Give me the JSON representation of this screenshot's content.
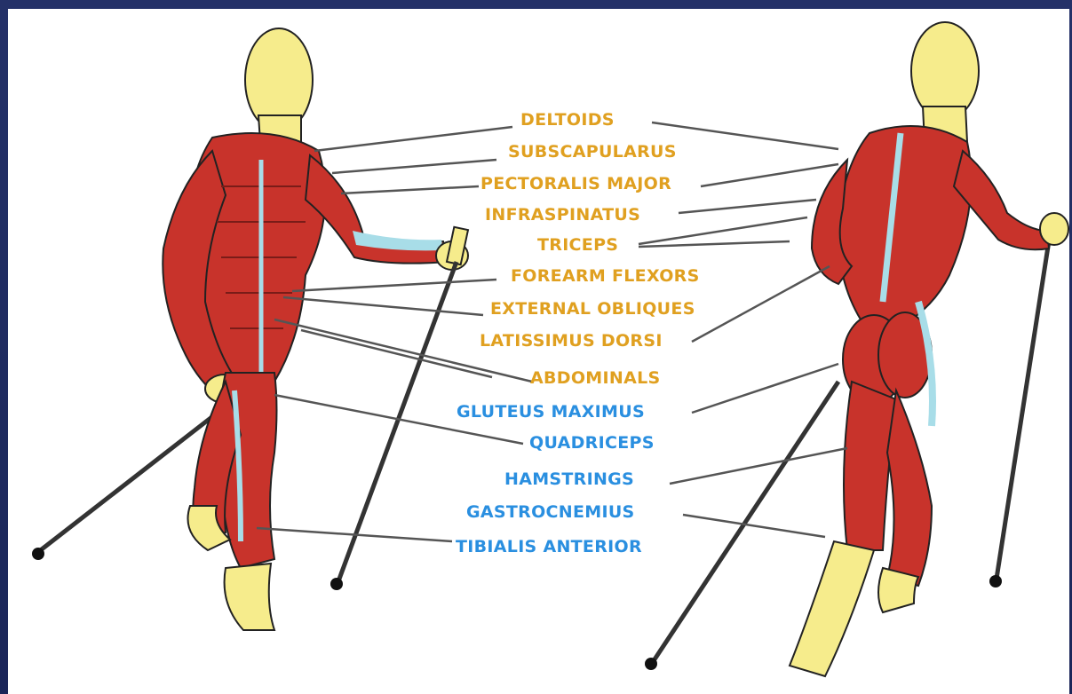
{
  "labels": [
    {
      "id": "deltoids",
      "text": "DELTOIDS",
      "group": "upper"
    },
    {
      "id": "subscapularus",
      "text": "SUBSCAPULARUS",
      "group": "upper"
    },
    {
      "id": "pectoralis-major",
      "text": "PECTORALIS MAJOR",
      "group": "upper"
    },
    {
      "id": "infraspinatus",
      "text": "INFRASPINATUS",
      "group": "upper"
    },
    {
      "id": "triceps",
      "text": "TRICEPS",
      "group": "upper"
    },
    {
      "id": "forearm-flexors",
      "text": "FOREARM FLEXORS",
      "group": "upper"
    },
    {
      "id": "external-obliques",
      "text": "EXTERNAL OBLIQUES",
      "group": "upper"
    },
    {
      "id": "latissimus-dorsi",
      "text": "LATISSIMUS DORSI",
      "group": "upper"
    },
    {
      "id": "abdominals",
      "text": "ABDOMINALS",
      "group": "upper"
    },
    {
      "id": "gluteus-maximus",
      "text": "GLUTEUS MAXIMUS",
      "group": "lower"
    },
    {
      "id": "quadriceps",
      "text": "QUADRICEPS",
      "group": "lower"
    },
    {
      "id": "hamstrings",
      "text": "HAMSTRINGS",
      "group": "lower"
    },
    {
      "id": "gastrocnemius",
      "text": "GASTROCNEMIUS",
      "group": "lower"
    },
    {
      "id": "tibialis-anterior",
      "text": "TIBIALIS ANTERIOR",
      "group": "lower"
    }
  ],
  "colors": {
    "upper": "#e0a020",
    "lower": "#2a8fe0",
    "skin": "#f6ec8c",
    "muscle": "#c8332b",
    "tendon": "#a8dde8",
    "frame": "#1e2a5c"
  }
}
